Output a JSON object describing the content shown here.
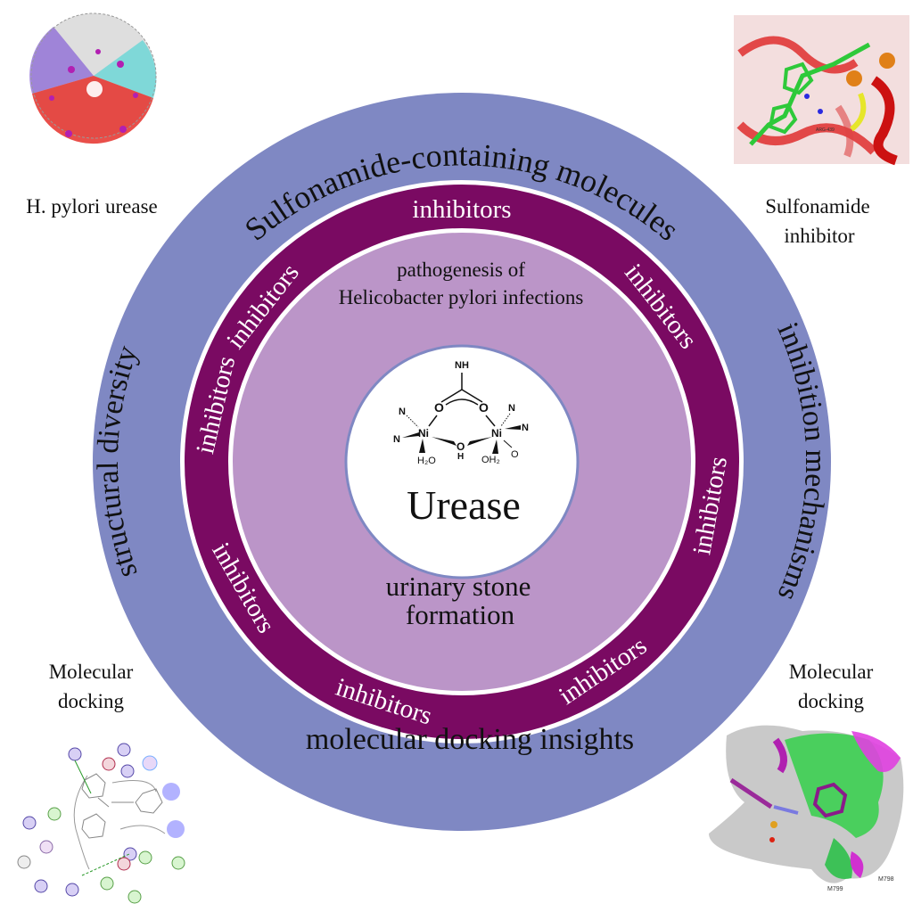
{
  "colors": {
    "outer_ring": "#7f88c3",
    "inhibitor_band": "#7a0a62",
    "inner_disc": "#bb95c8",
    "center_disc": "#ffffff",
    "text_dark": "#111111",
    "text_light": "#ffffff"
  },
  "outer_ring": {
    "top_label": "Sulfonamide-containing molecules",
    "left_label": "structural diversity",
    "right_label": "inhibition mechanisms",
    "bottom_label": "molecular docking insights"
  },
  "inhibitor_band": {
    "labels": [
      "inhibitors",
      "inhibitors",
      "inhibitors",
      "inhibitors",
      "inhibitors",
      "inhibitors",
      "inhibitors",
      "inhibitors"
    ]
  },
  "inner_disc": {
    "top_text_line1": "pathogenesis of",
    "top_text_line2": "Helicobacter pylori infections",
    "bottom_text_line1": "urinary stone",
    "bottom_text_line2": "formation"
  },
  "center": {
    "title": "Urease",
    "structure_atoms": {
      "nh": "NH",
      "o_left": "O",
      "o_right": "O",
      "ni_left": "Ni",
      "ni_right": "Ni",
      "oh_o": "O",
      "oh_h": "H",
      "n1": "N",
      "n2": "N",
      "n3": "N",
      "n4": "N",
      "h2o": "H₂O",
      "oh2": "OH₂",
      "o_term": "O"
    }
  },
  "corners": {
    "top_left": {
      "label": "H. pylori urease",
      "image": "protein-structure-ribbon"
    },
    "top_right": {
      "label_line1": "Sulfonamide",
      "label_line2": "inhibitor",
      "image": "binding-site-closeup",
      "residue_label": "ARG-439"
    },
    "bottom_left": {
      "label_line1": "Molecular",
      "label_line2": "docking",
      "image": "2d-interaction-diagram"
    },
    "bottom_right": {
      "label_line1": "Molecular",
      "label_line2": "docking",
      "image": "3d-surface-docking",
      "residue_labels": [
        "M798",
        "M799"
      ]
    }
  }
}
